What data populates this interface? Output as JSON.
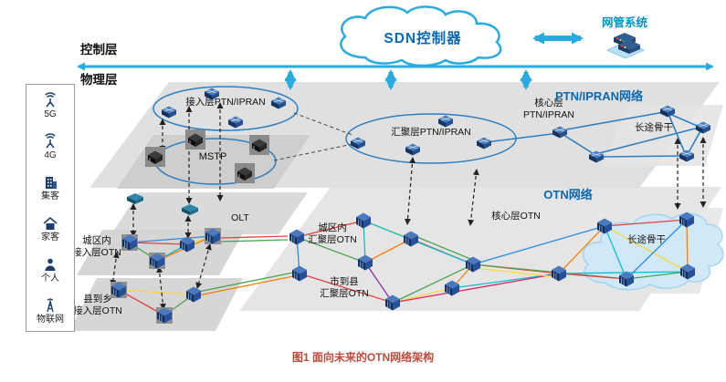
{
  "figure": {
    "caption": "图1  面向未来的OTN网络架构"
  },
  "layers": {
    "control_label": "控制层",
    "physical_label": "物理层"
  },
  "top": {
    "sdn_label": "SDN控制器",
    "nms_label": "网管系统"
  },
  "sidebar": {
    "items": [
      {
        "label": "5G",
        "icon": "antenna-5g-icon"
      },
      {
        "label": "4G",
        "icon": "antenna-4g-icon"
      },
      {
        "label": "集客",
        "icon": "enterprise-building-icon"
      },
      {
        "label": "家客",
        "icon": "home-icon"
      },
      {
        "label": "个人",
        "icon": "person-icon"
      },
      {
        "label": "物联网",
        "icon": "iot-tower-icon"
      }
    ]
  },
  "ptn": {
    "network_label": "PTN/IPRAN网络",
    "access_label": "接入层PTN/IPRAN",
    "aggregation_label": "汇聚层PTN/IPRAN",
    "core_label": "核心层\nPTN/IPRAN",
    "backbone_label": "长途骨干",
    "mstp_label": "MSTP",
    "olt_label": "OLT"
  },
  "otn": {
    "network_label": "OTN网络",
    "core_label": "核心层OTN",
    "metro_agg_label": "城区内\n汇聚层OTN",
    "county_agg_label": "市到县\n汇聚层OTN",
    "backbone_label": "长途骨干",
    "metro_access_label": "城区内\n接入层OTN",
    "county_access_label": "县到乡\n接入层OTN"
  },
  "colors": {
    "accent_blue": "#29abe2",
    "deep_blue": "#0a68b4",
    "nms_teal": "#0096c0",
    "caption_red": "#bf4a3a",
    "plane_gray": "#d9d9d9",
    "link_blue": "#2d7fc1"
  }
}
